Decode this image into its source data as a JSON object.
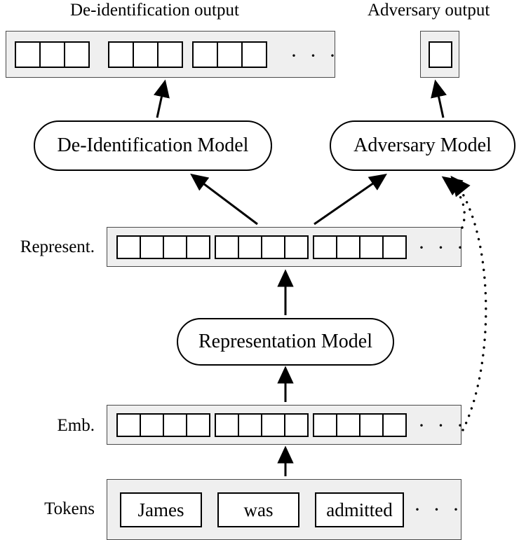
{
  "captions": {
    "deid_output": "De-identification output",
    "adversary_output": "Adversary output"
  },
  "row_labels": {
    "represent": "Represent.",
    "emb": "Emb.",
    "tokens": "Tokens"
  },
  "models": {
    "deid": "De-Identification Model",
    "adversary": "Adversary Model",
    "representation": "Representation Model"
  },
  "ellipsis": {
    "deid_output": "· · ·",
    "represent": "· · ·",
    "emb": "· · ·",
    "tokens": "· · ·"
  },
  "rows": {
    "deid_output": {
      "groups": [
        {
          "cells": 3
        },
        {
          "cells": 3
        },
        {
          "cells": 3
        }
      ]
    },
    "adversary_output": {
      "groups": [
        {
          "cells": 1
        }
      ]
    },
    "represent": {
      "groups": [
        {
          "cells": 4
        },
        {
          "cells": 4
        },
        {
          "cells": 4
        }
      ]
    },
    "emb": {
      "groups": [
        {
          "cells": 4
        },
        {
          "cells": 4
        },
        {
          "cells": 4
        }
      ]
    }
  },
  "tokens": [
    {
      "text": "James"
    },
    {
      "text": "was"
    },
    {
      "text": "admitted"
    }
  ],
  "colors": {
    "strip_fill": "#efefef",
    "strip_border": "#4a4a4a",
    "cell_border": "#000000",
    "text": "#000000",
    "page_background": "#ffffff"
  },
  "edges": [
    {
      "name": "deid-model-to-deid-output",
      "style": "solid"
    },
    {
      "name": "adversary-model-to-adversary-output",
      "style": "solid"
    },
    {
      "name": "represent-to-deid-model",
      "style": "solid"
    },
    {
      "name": "represent-to-adversary-model",
      "style": "solid"
    },
    {
      "name": "representation-model-to-represent",
      "style": "solid"
    },
    {
      "name": "emb-to-representation-model",
      "style": "solid"
    },
    {
      "name": "tokens-to-emb",
      "style": "solid"
    },
    {
      "name": "represent-to-adversary-model-dotted",
      "style": "dotted"
    },
    {
      "name": "emb-to-adversary-model-dotted",
      "style": "dotted"
    }
  ]
}
